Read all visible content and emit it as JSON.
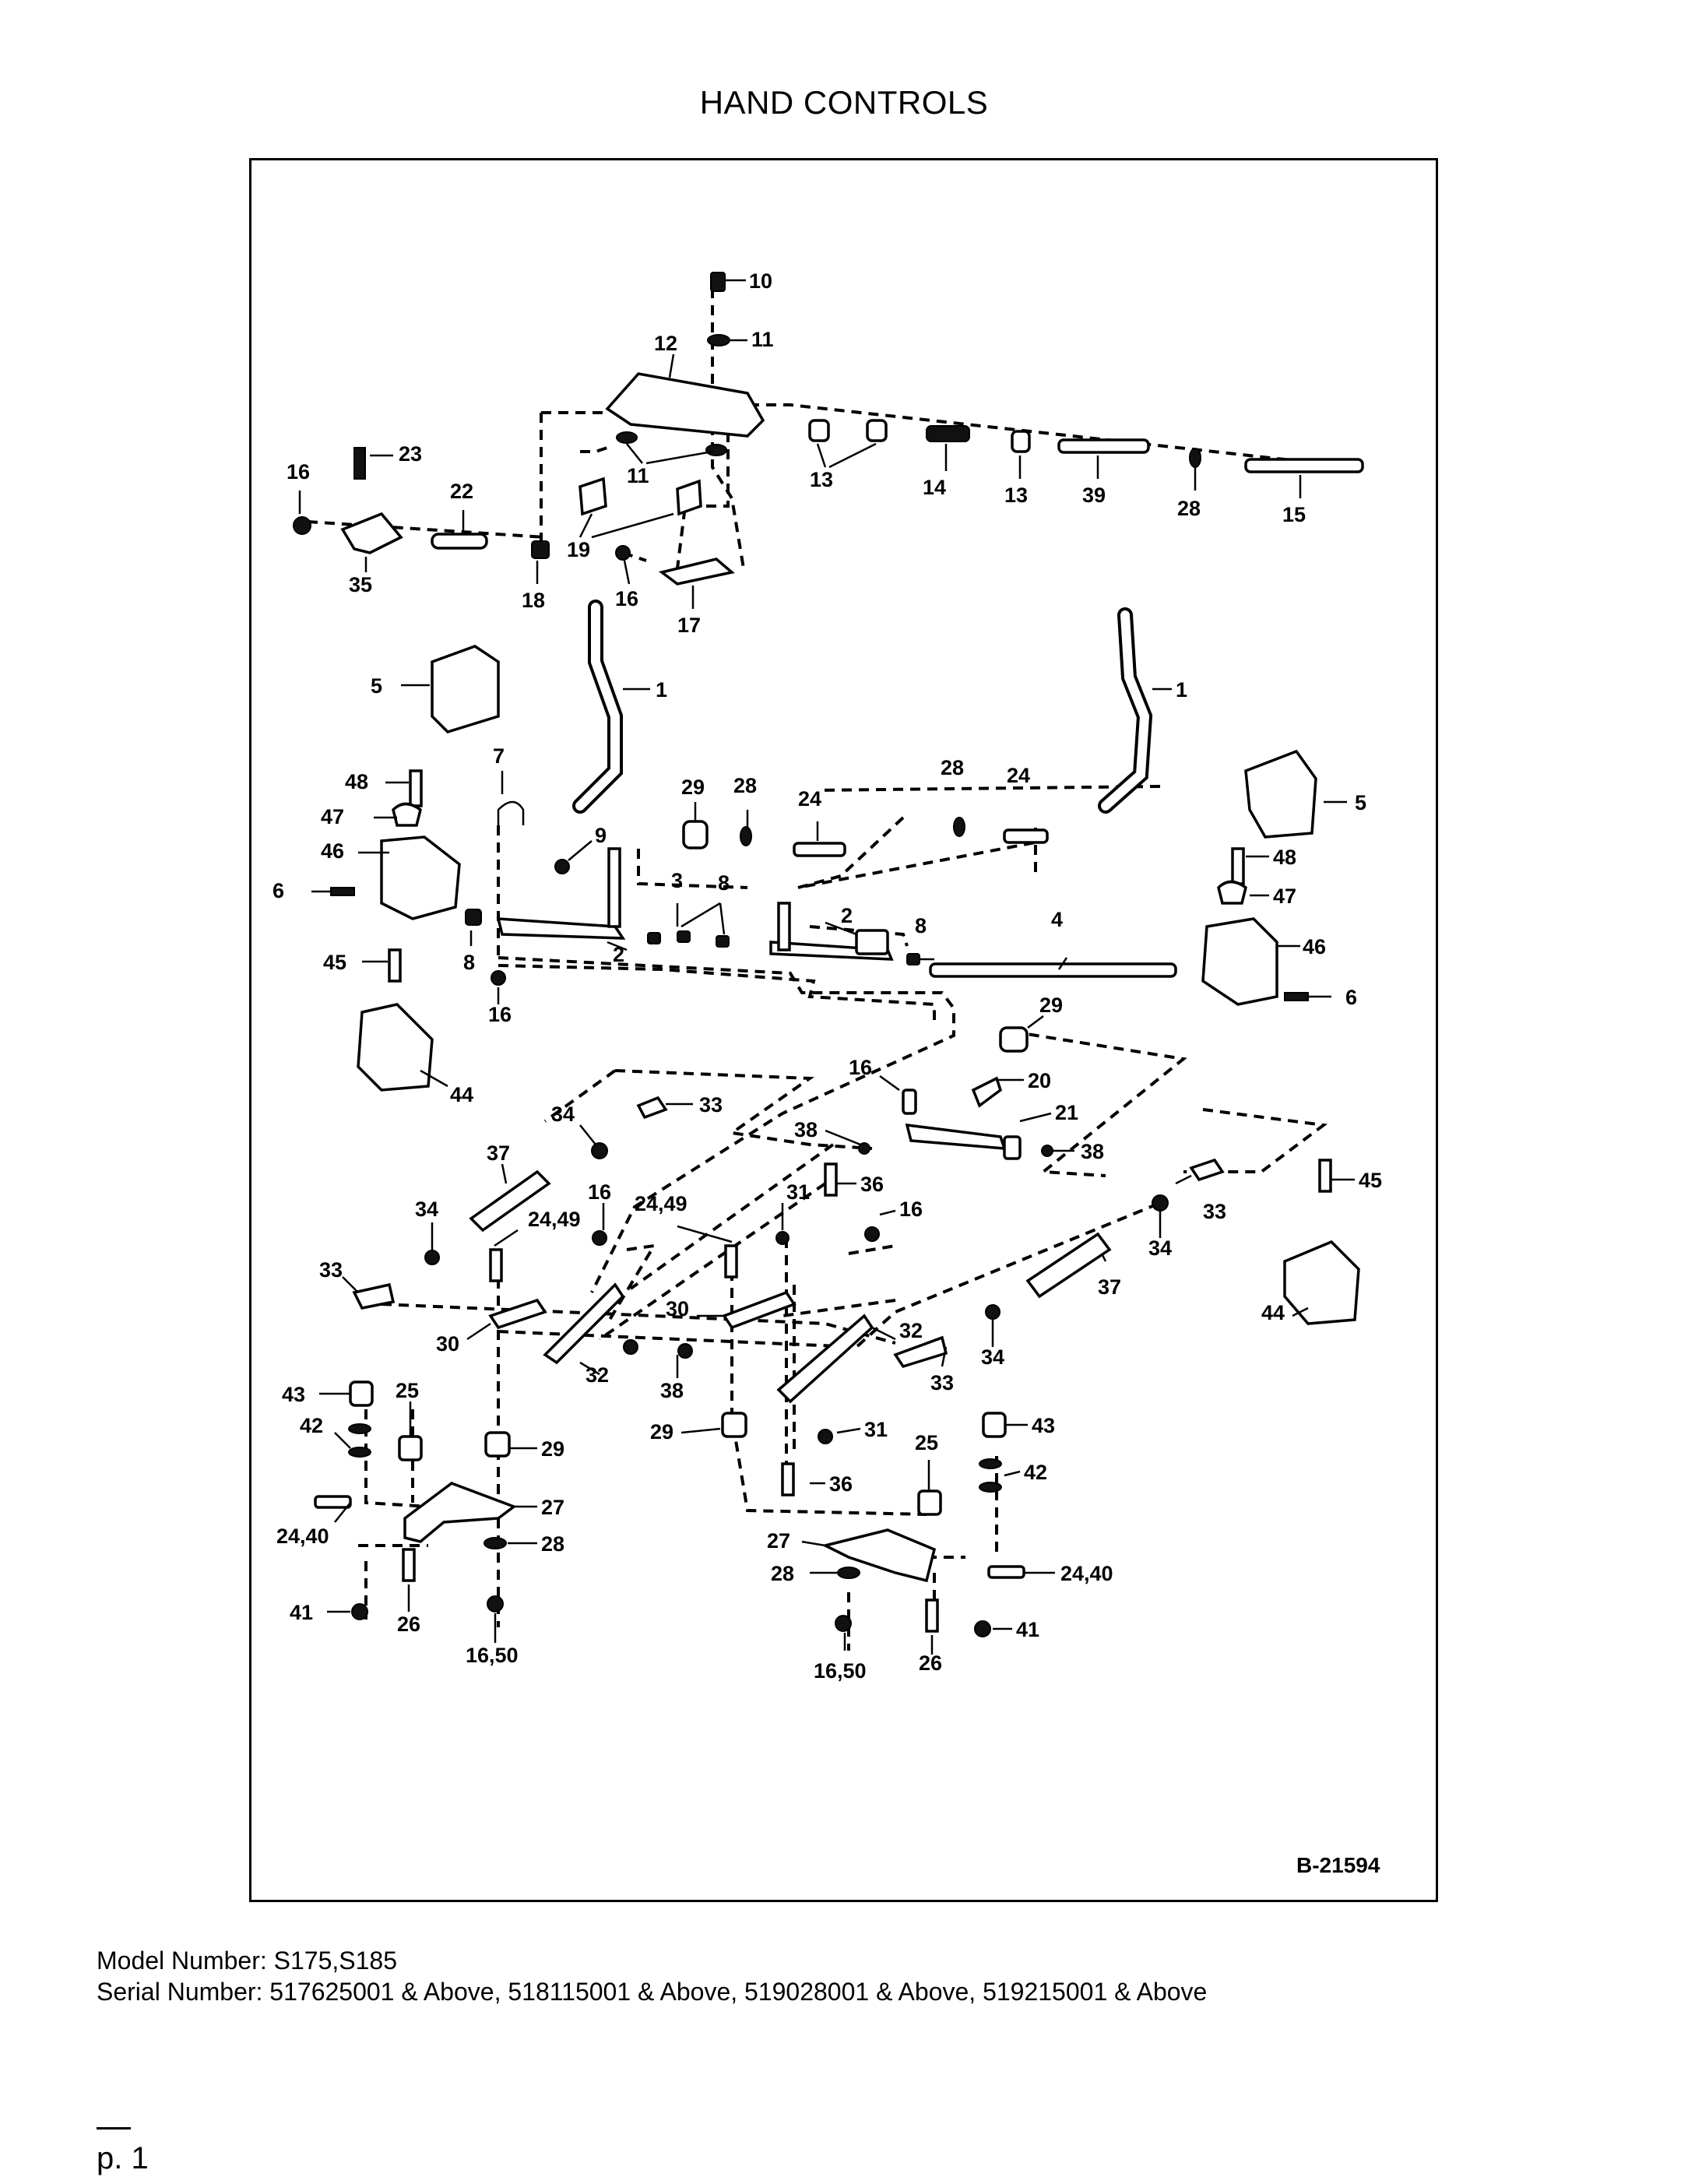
{
  "title": "HAND CONTROLS",
  "figure_ref": "B-21594",
  "model_line": "Model Number: S175,S185",
  "serial_line": "Serial Number: 517625001 & Above, 518115001 & Above, 519028001 & Above, 519215001 & Above",
  "page_label": "p. 1",
  "callouts": [
    "10",
    "11",
    "12",
    "11",
    "13",
    "14",
    "13",
    "39",
    "28",
    "15",
    "23",
    "16",
    "22",
    "35",
    "18",
    "19",
    "16",
    "17",
    "5",
    "1",
    "1",
    "7",
    "48",
    "47",
    "46",
    "6",
    "9",
    "29",
    "28",
    "24",
    "28",
    "24",
    "3",
    "8",
    "2",
    "8",
    "2",
    "8",
    "4",
    "16",
    "45",
    "44",
    "5",
    "48",
    "47",
    "46",
    "6",
    "29",
    "16",
    "20",
    "21",
    "38",
    "38",
    "34",
    "33",
    "37",
    "34",
    "16",
    "24,49",
    "24,49",
    "31",
    "36",
    "16",
    "33",
    "34",
    "33",
    "30",
    "32",
    "38",
    "30",
    "37",
    "34",
    "32",
    "33",
    "45",
    "44",
    "43",
    "25",
    "29",
    "42",
    "31",
    "29",
    "25",
    "43",
    "42",
    "36",
    "27",
    "24,40",
    "28",
    "41",
    "26",
    "16,50",
    "27",
    "28",
    "24,40",
    "41",
    "16,50",
    "26"
  ]
}
